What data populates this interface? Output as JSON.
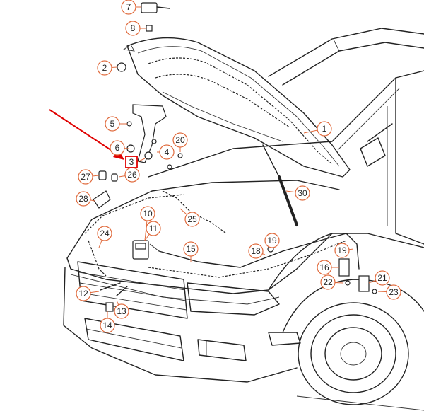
{
  "diagram": {
    "accent_color": "#e06a3c",
    "highlight_color": "#e00000",
    "highlighted_label": "3",
    "callouts": [
      {
        "label": "7"
      },
      {
        "label": "8"
      },
      {
        "label": "2"
      },
      {
        "label": "1"
      },
      {
        "label": "5"
      },
      {
        "label": "6"
      },
      {
        "label": "4"
      },
      {
        "label": "20"
      },
      {
        "label": "27"
      },
      {
        "label": "26"
      },
      {
        "label": "28"
      },
      {
        "label": "30"
      },
      {
        "label": "10"
      },
      {
        "label": "11"
      },
      {
        "label": "25"
      },
      {
        "label": "24"
      },
      {
        "label": "19"
      },
      {
        "label": "15"
      },
      {
        "label": "18"
      },
      {
        "label": "19"
      },
      {
        "label": "16"
      },
      {
        "label": "21"
      },
      {
        "label": "22"
      },
      {
        "label": "23"
      },
      {
        "label": "12"
      },
      {
        "label": "13"
      },
      {
        "label": "14"
      }
    ]
  }
}
